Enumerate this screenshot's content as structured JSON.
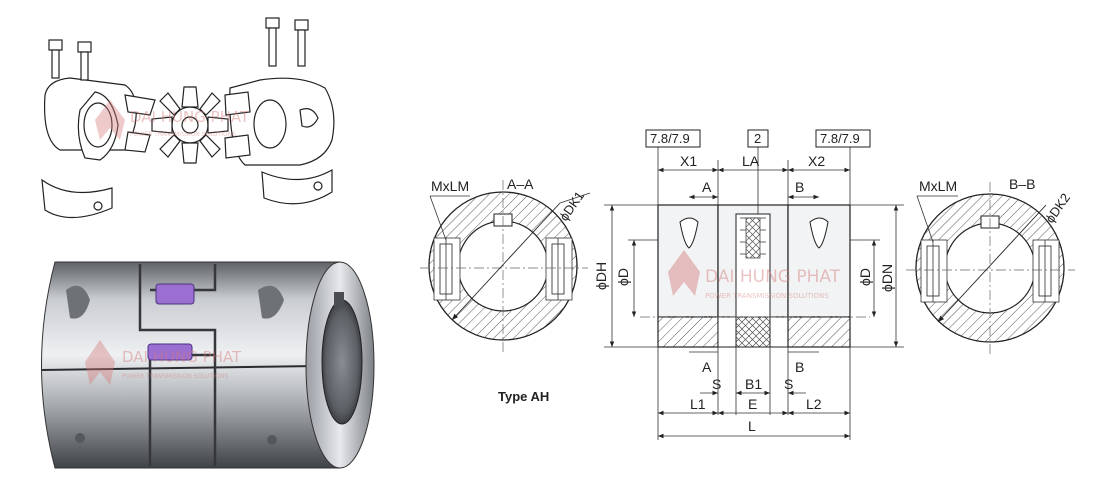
{
  "type_label": "Type AH",
  "watermark": {
    "brand": "DAI HUNG PHAT",
    "tagline": "POWER TRANSMISSION SOLUTIONS"
  },
  "section_a": {
    "title": "A–A",
    "screw": "MxLM",
    "dia": "ϕDK1"
  },
  "section_b": {
    "title": "B–B",
    "screw": "MxLM",
    "dia": "ϕDK2"
  },
  "front_view": {
    "box_left": "7.8/7.9",
    "box_mid": "2",
    "box_right": "7.8/7.9",
    "x1": "X1",
    "la": "LA",
    "x2": "X2",
    "a_top": "A",
    "b_top": "B",
    "a_bot": "A",
    "b_bot": "B",
    "s_left": "S",
    "b1": "B1",
    "s_right": "S",
    "l1": "L1",
    "e": "E",
    "l2": "L2",
    "l": "L",
    "dh": "ϕDH",
    "d_left": "ϕD",
    "d_right": "ϕD",
    "dn": "ϕDN"
  },
  "colors": {
    "watermark": "#d47a7a",
    "spider": "#9b6fd1",
    "metal": "#b9bcc2"
  },
  "icons": [
    "exploded-coupling-icon",
    "assembled-coupling-icon"
  ]
}
